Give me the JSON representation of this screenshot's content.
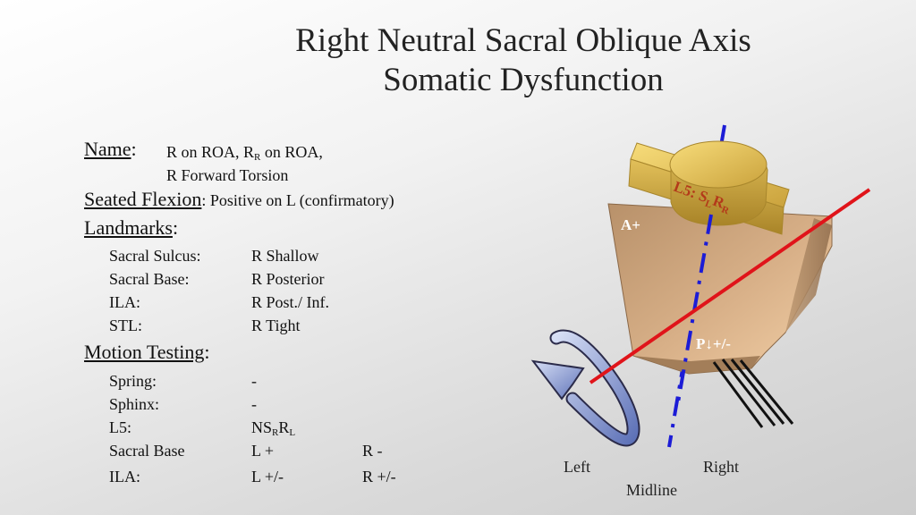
{
  "title": {
    "line1": "Right Neutral Sacral Oblique Axis",
    "line2": "Somatic Dysfunction"
  },
  "name": {
    "heading": "Name",
    "colon": ":",
    "line1_a": "R on ROA, R",
    "line1_sub": "R",
    "line1_b": " on ROA,",
    "line2": "R Forward Torsion"
  },
  "seated_flexion": {
    "heading": "Seated Flexion",
    "value": ": Positive on L (confirmatory)"
  },
  "landmarks": {
    "heading": "Landmarks",
    "colon": ":",
    "rows": [
      {
        "label": "Sacral Sulcus:",
        "value": "R Shallow"
      },
      {
        "label": "Sacral Base:",
        "value": "R Posterior"
      },
      {
        "label": "ILA:",
        "value": "R Post./ Inf."
      },
      {
        "label": "STL:",
        "value": "R Tight"
      }
    ]
  },
  "motion_testing": {
    "heading": "Motion Testing",
    "colon": ":",
    "spring": {
      "label": "Spring:",
      "value": "-"
    },
    "sphinx": {
      "label": "Sphinx:",
      "value": "-"
    },
    "l5": {
      "label": "L5:",
      "v1": "NS",
      "s1": "R",
      "v2": "R",
      "s2": "L"
    },
    "sacral_base": {
      "label": "Sacral Base",
      "left": "L +",
      "right": "R -"
    },
    "ila": {
      "label": "ILA:",
      "left": "L +/-",
      "right": "R +/-"
    }
  },
  "diagram": {
    "l5_label_a": "L5: S",
    "l5_sub_a": "L",
    "l5_label_b": "R",
    "l5_sub_b": "R",
    "a_plus": "A+",
    "p_label": "P↓+/-",
    "left": "Left",
    "right": "Right",
    "midline": "Midline",
    "colors": {
      "sacrum": "#c9a07a",
      "vertebra": "#d4b04a",
      "axis_line": "#e0141a",
      "midline": "#1c1cd6",
      "arrow": "#8a9fd8"
    }
  }
}
